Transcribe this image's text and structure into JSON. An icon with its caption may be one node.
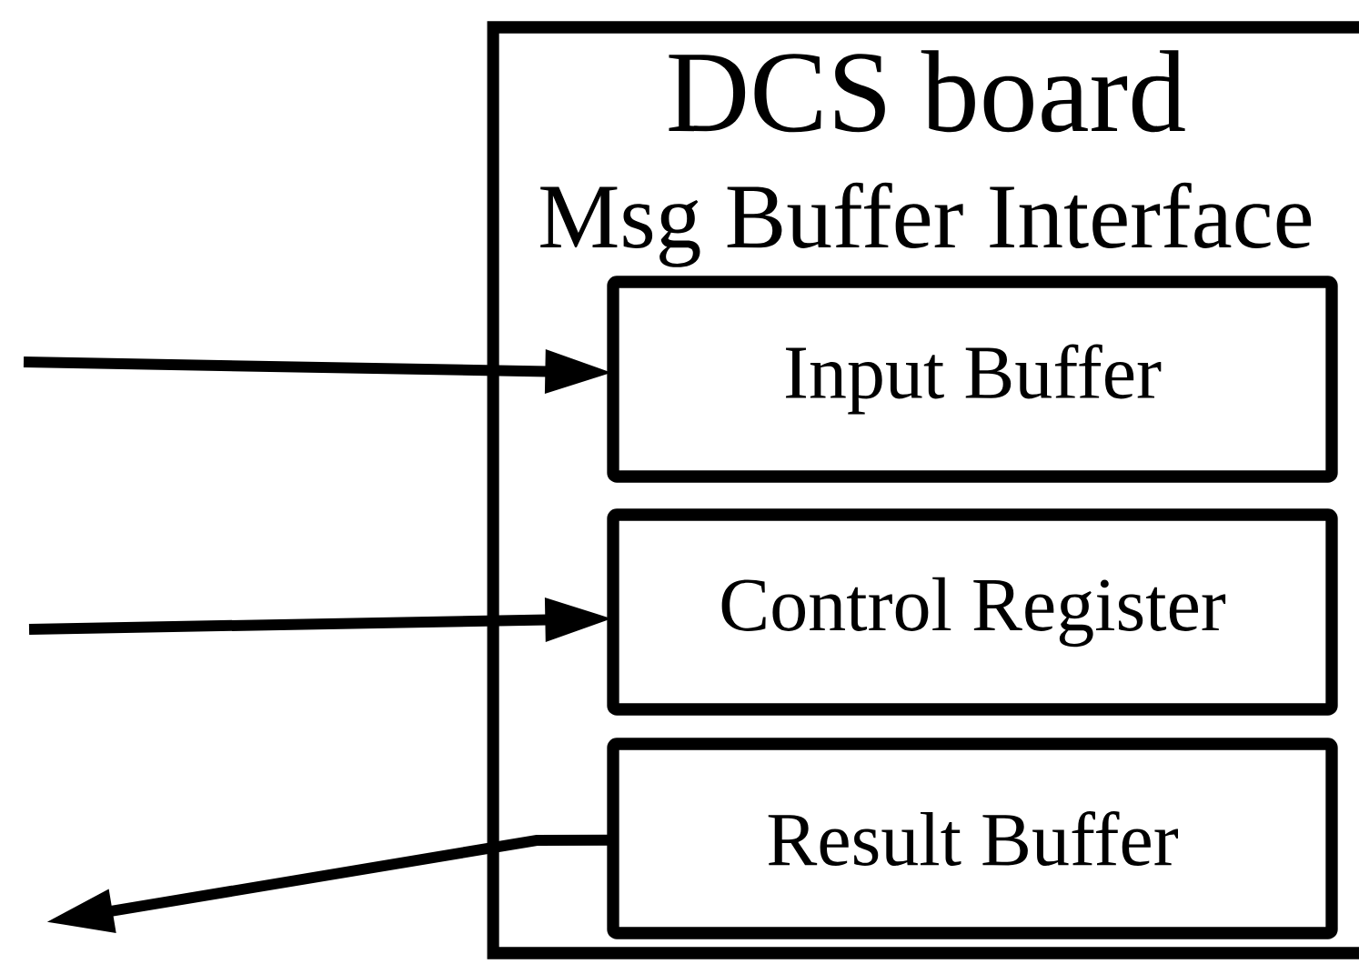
{
  "diagram": {
    "nodes": [
      {
        "text": [
          "DCS board",
          "Msg Buffer Interface"
        ]
      },
      {
        "text": [
          "Input Buffer"
        ],
        "in": 0
      },
      {
        "text": [
          "Control Register"
        ],
        "in": 0
      },
      {
        "text": [
          "Result Buffer"
        ],
        "in": 0
      }
    ],
    "edges": [
      {
        "from": null,
        "to": 1,
        "arrow": "to"
      },
      {
        "from": null,
        "to": 2,
        "arrow": "to"
      },
      {
        "from": 3,
        "to": null,
        "arrow": "to"
      }
    ]
  }
}
